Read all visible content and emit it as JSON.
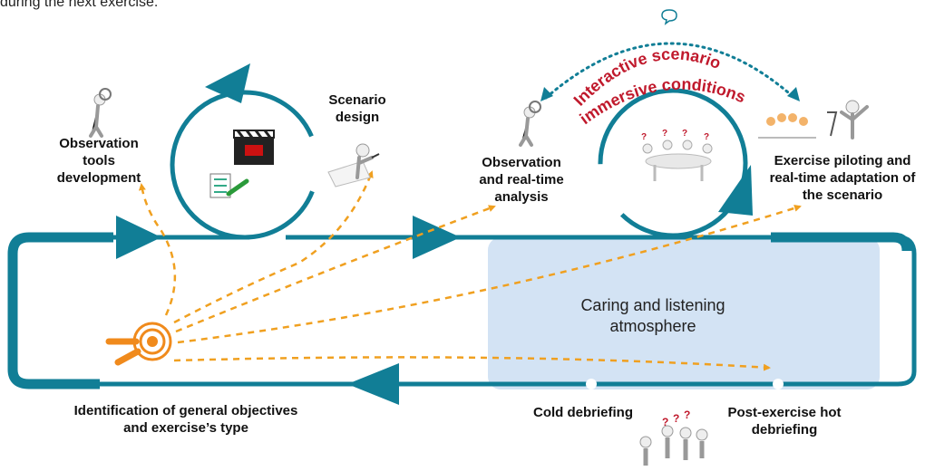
{
  "caption_fragment": "during the next exercise.",
  "colors": {
    "teal": "#117e96",
    "orange_dash": "#f0a020",
    "atmosphere_fill": "#d3e3f4",
    "banner_red": "#c0192c",
    "target_orange": "#f08a1c"
  },
  "labels": {
    "scenario_design": "Scenario design",
    "observation_tools": "Observation tools development",
    "observation_realtime": "Observation and real-time analysis",
    "exercise_piloting": "Exercise piloting and real-time adaptation of the scenario",
    "identification": "Identification of general objectives and exercise’s type",
    "cold_debriefing": "Cold debriefing",
    "hot_debriefing": "Post-exercise hot debriefing",
    "atmosphere": "Caring and listening atmosphere",
    "banner_line1": "Interactive scenario",
    "banner_line2": "immersive conditions"
  },
  "icons": [
    "clapperboard-icon",
    "checklist-icon",
    "pencil-icon",
    "writer-figure-icon",
    "magnifier-figure-icon",
    "meeting-table-icon",
    "conductor-figure-icon",
    "target-icon",
    "chat-bubble-icon",
    "question-figures-icon"
  ]
}
